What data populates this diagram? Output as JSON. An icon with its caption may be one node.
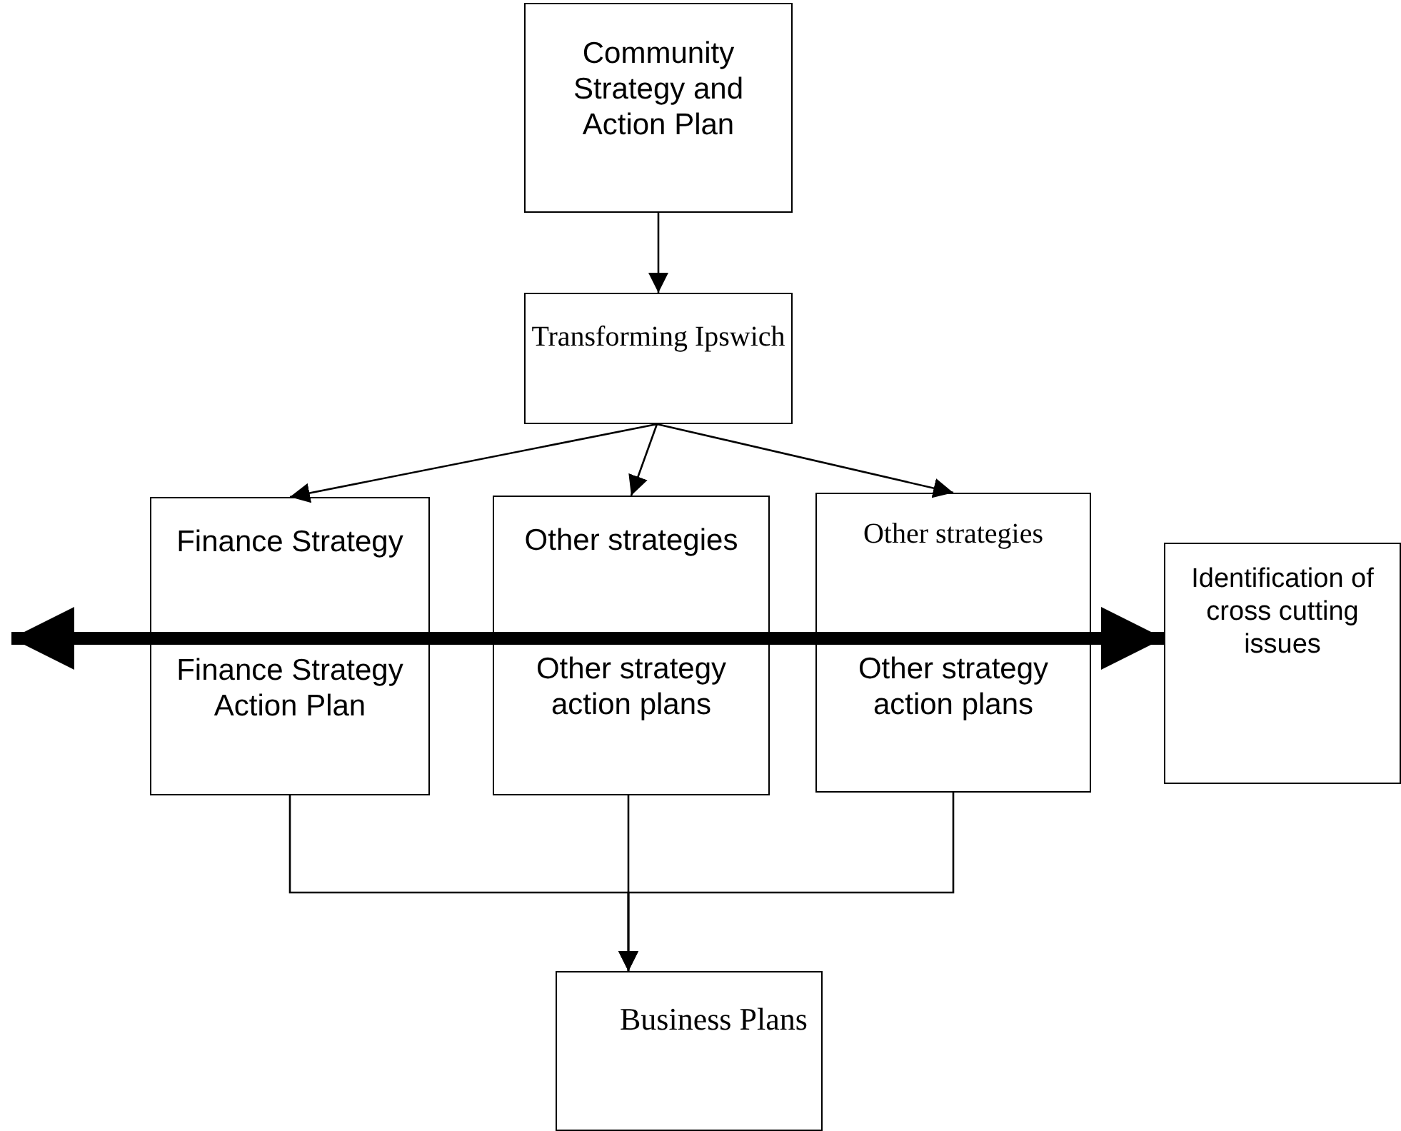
{
  "diagram": {
    "nodes": [
      {
        "text": [
          "Community Strategy and Action Plan"
        ]
      },
      {
        "text": [
          "Transforming Ipswich"
        ]
      },
      {
        "text": [
          "Finance Strategy",
          "Finance Strategy Action Plan"
        ]
      },
      {
        "text": [
          "Other strategies",
          "Other strategy action plans"
        ]
      },
      {
        "text": [
          "Other strategies",
          "Other strategy action plans"
        ]
      },
      {
        "text": [
          "Identification of cross cutting issues"
        ]
      },
      {
        "text": [
          "Business Plans"
        ]
      }
    ],
    "edges": [
      {
        "from": 0,
        "to": 1,
        "arrow": "to"
      },
      {
        "from": 1,
        "to": 2,
        "arrow": "to"
      },
      {
        "from": 1,
        "to": 3,
        "arrow": "to"
      },
      {
        "from": 1,
        "to": 4,
        "arrow": "to"
      },
      {
        "from": null,
        "to": 5,
        "arrow": "both",
        "style": "thick"
      },
      {
        "from": 2,
        "to": 6,
        "arrow": "to"
      },
      {
        "from": 3,
        "to": 6,
        "arrow": "to"
      },
      {
        "from": 4,
        "to": 6,
        "arrow": "to"
      }
    ]
  }
}
